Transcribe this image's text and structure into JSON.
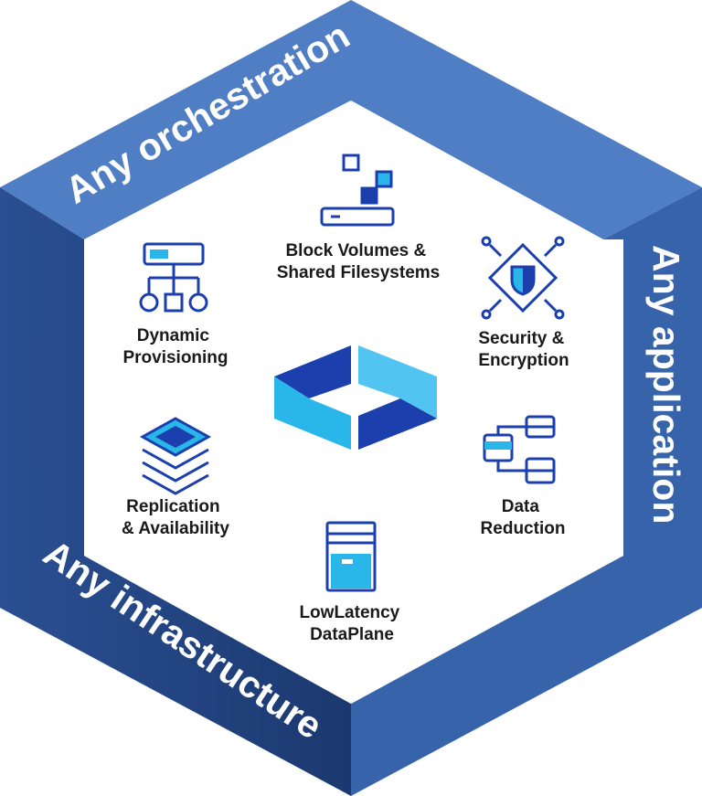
{
  "bands": {
    "top": "Any orchestration",
    "right": "Any application",
    "bottom": "Any infrastructure"
  },
  "features": {
    "block": [
      "Block Volumes &",
      "Shared Filesystems"
    ],
    "dynamic": [
      "Dynamic",
      "Provisioning"
    ],
    "security": [
      "Security &",
      "Encryption"
    ],
    "replication": [
      "Replication",
      "& Availability"
    ],
    "reduction": [
      "Data",
      "Reduction"
    ],
    "latency": [
      "LowLatency",
      "DataPlane"
    ]
  },
  "icons": {
    "block": "block-volumes-icon",
    "dynamic": "provisioning-tree-icon",
    "security": "security-shield-chip-icon",
    "replication": "stacked-layers-icon",
    "reduction": "data-reduction-icon",
    "latency": "server-tower-icon",
    "center": "logo-mark"
  },
  "colors": {
    "band_light": "#4d7cc3",
    "band_mid": "#3660a8",
    "band_dark": "#1f3f7a",
    "icon_blue": "#1c3fae",
    "accent_cyan": "#29b6e9",
    "accent_light": "#52c4f2"
  }
}
